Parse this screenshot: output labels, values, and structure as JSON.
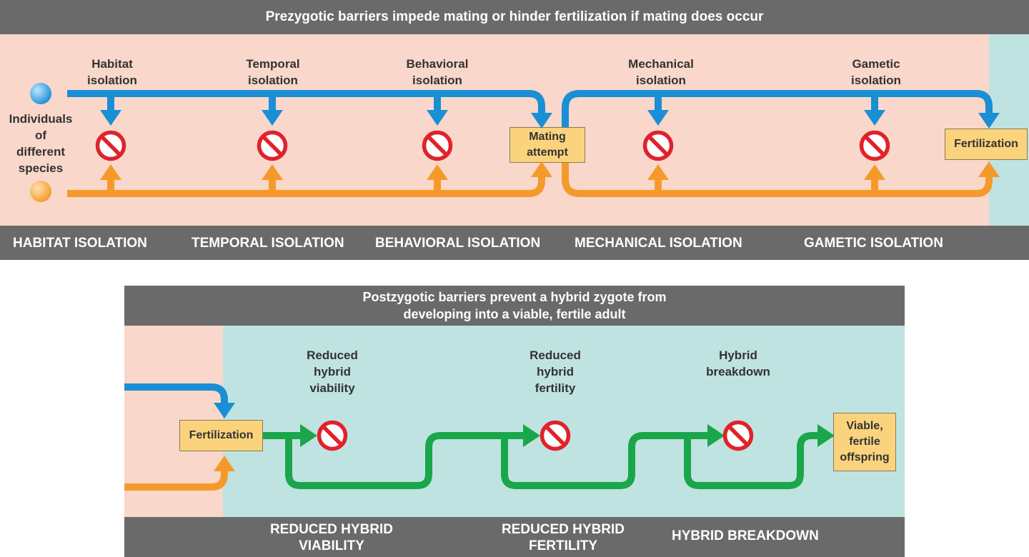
{
  "prezygotic": {
    "header": "Prezygotic barriers impede mating or hinder fertilization if mating does occur",
    "species_label": "Individuals\nof\ndifferent\nspecies",
    "barriers": [
      {
        "label": "Habitat\nisolation",
        "footer": "HABITAT ISOLATION"
      },
      {
        "label": "Temporal\nisolation",
        "footer": "TEMPORAL ISOLATION"
      },
      {
        "label": "Behavioral\nisolation",
        "footer": "BEHAVIORAL ISOLATION"
      },
      {
        "label": "Mechanical\nisolation",
        "footer": "MECHANICAL ISOLATION"
      },
      {
        "label": "Gametic\nisolation",
        "footer": "GAMETIC ISOLATION"
      }
    ],
    "mating_attempt": "Mating\nattempt",
    "fertilization": "Fertilization"
  },
  "postzygotic": {
    "header": "Postzygotic barriers prevent a hybrid zygote from\ndeveloping into a viable, fertile adult",
    "fertilization": "Fertilization",
    "barriers": [
      {
        "label": "Reduced\nhybrid\nviability",
        "footer": "REDUCED HYBRID\nVIABILITY"
      },
      {
        "label": "Reduced\nhybrid\nfertility",
        "footer": "REDUCED HYBRID\nFERTILITY"
      },
      {
        "label": "Hybrid\nbreakdown",
        "footer": "HYBRID BREAKDOWN"
      }
    ],
    "outcome": "Viable,\nfertile\noffspring"
  },
  "colors": {
    "blue": "#1a8fd6",
    "orange": "#f59a2a",
    "green": "#1aa64a",
    "stop_red": "#e0222b",
    "bar_gray": "#6a6a6b",
    "pink": "#f9d7ca",
    "teal": "#bfe3e1",
    "box_yellow": "#fbd37d"
  }
}
